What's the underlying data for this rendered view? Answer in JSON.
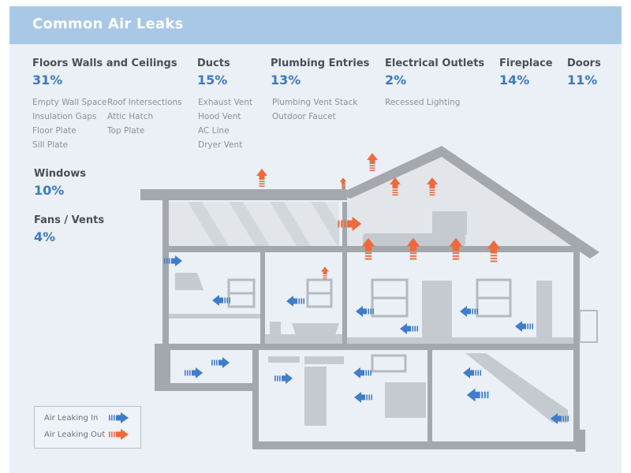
{
  "header": {
    "title": "Common Air Leaks"
  },
  "categories": [
    {
      "name": "Floors Walls and Ceilings",
      "percent": "31%",
      "items_col1": [
        "Empty Wall Space",
        "Insulation Gaps",
        "Floor Plate",
        "Sill Plate"
      ],
      "items_col2": [
        "Roof Intersections",
        "Attic Hatch",
        "Top Plate"
      ]
    },
    {
      "name": "Ducts",
      "percent": "15%",
      "items_col1": [
        "Exhaust Vent",
        "Hood Vent",
        "AC Line",
        "Dryer Vent"
      ]
    },
    {
      "name": "Plumbing Entries",
      "percent": "13%",
      "items_col1": [
        "Plumbing Vent Stack",
        "Outdoor Faucet"
      ]
    },
    {
      "name": "Electrical Outlets",
      "percent": "2%",
      "items_col1": [
        "Recessed Lighting"
      ]
    },
    {
      "name": "Fireplace",
      "percent": "14%"
    },
    {
      "name": "Doors",
      "percent": "11%"
    },
    {
      "name": "Windows",
      "percent": "10%"
    },
    {
      "name": "Fans / Vents",
      "percent": "4%"
    }
  ],
  "legend": {
    "in_label": "Air Leaking In",
    "out_label": "Air Leaking Out",
    "in_color": "#3f7ccb",
    "out_color": "#ee6a3c"
  },
  "colors": {
    "banner": "#a9c8e6",
    "panel": "#eaf0f6",
    "house": "#a4a7ab",
    "accent_text": "#3d78c0"
  }
}
